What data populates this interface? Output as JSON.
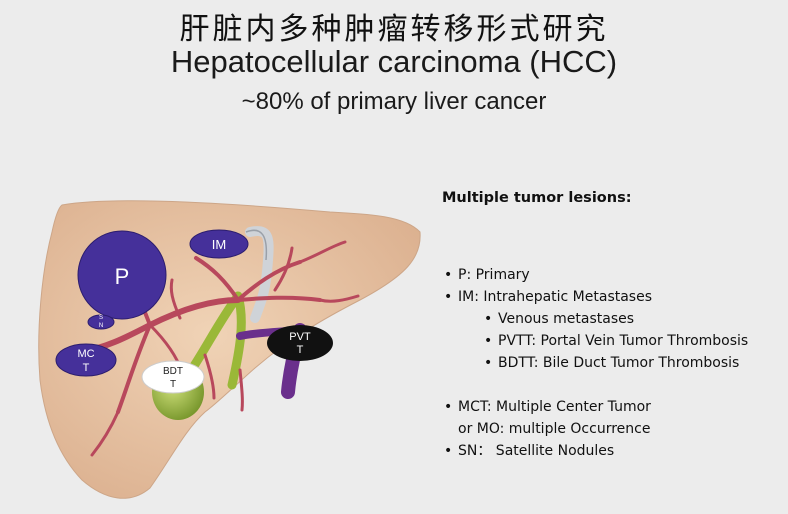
{
  "header": {
    "title_cn": "肝脏内多种肿瘤转移形式研究",
    "title_en": "Hepatocellular carcinoma (HCC)",
    "subtitle": "~80% of primary liver cancer"
  },
  "diagram": {
    "lesions": {
      "p": "P",
      "im": "IM",
      "sn_line1": "S",
      "sn_line2": "N",
      "mct_line1": "MC",
      "mct_line2": "T",
      "bdtt_line1": "BDT",
      "bdtt_line2": "T",
      "pvtt_line1": "PVT",
      "pvtt_line2": "T"
    },
    "colors": {
      "liver": "#e9c8a8",
      "lesion_purple": "#45309a",
      "vessels": "#b8485c",
      "portal_vein": "#6a2f8c",
      "gallbladder": "#8fae3a",
      "pvtt": "#111111",
      "bdtt": "#ffffff"
    }
  },
  "legend": {
    "heading": "Multiple tumor lesions:",
    "items": [
      "P: Primary",
      "IM: Intrahepatic Metastases",
      "Venous metastases",
      "PVTT: Portal Vein Tumor Thrombosis",
      "BDTT: Bile Duct Tumor Thrombosis",
      "MCT: Multiple Center Tumor",
      "or MO: multiple Occurrence",
      "SN：  Satellite Nodules"
    ]
  }
}
